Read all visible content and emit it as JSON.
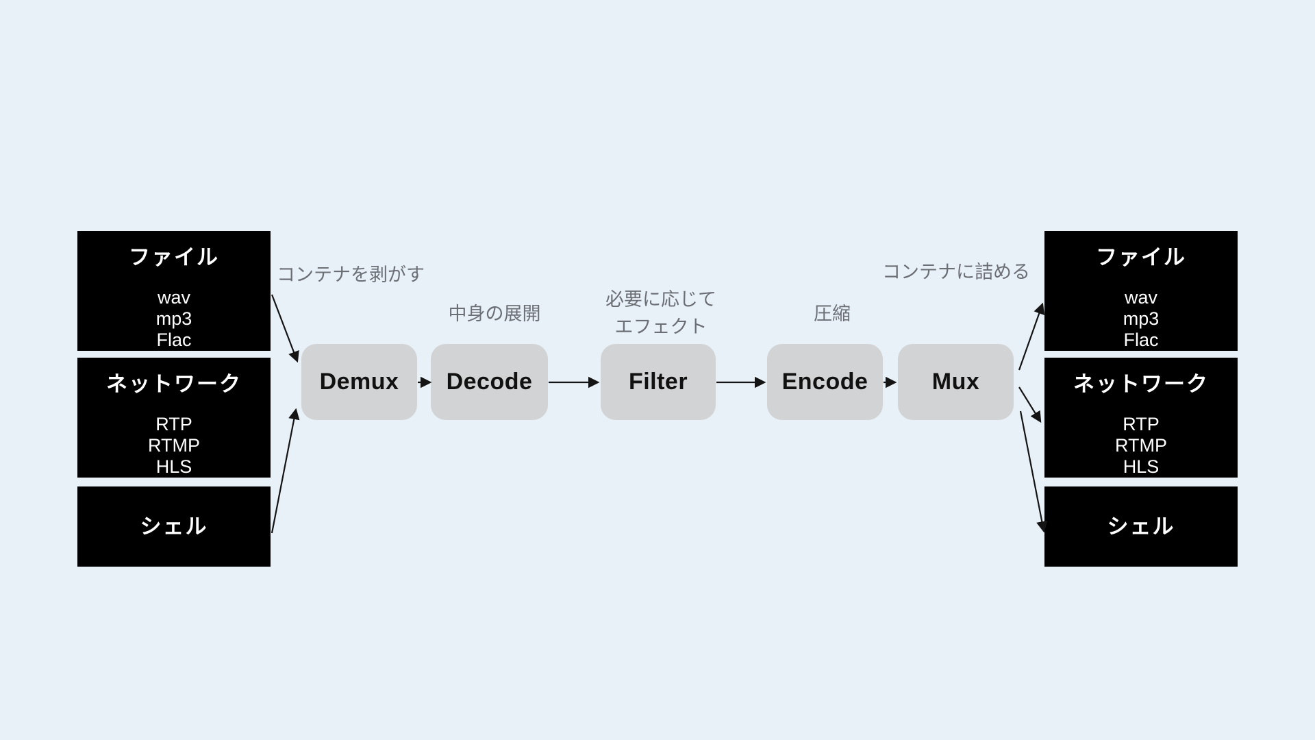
{
  "diagram": {
    "background_color": "#e9f1f8",
    "source_box_color": "#000000",
    "source_text_color": "#ffffff",
    "node_fill_color": "#d2d3d5",
    "node_text_color": "#111111",
    "annotation_color": "#6b6f75",
    "arrow_color": "#141414"
  },
  "sources_left": [
    {
      "title": "ファイル",
      "items": [
        "wav",
        "mp3",
        "Flac"
      ]
    },
    {
      "title": "ネットワーク",
      "items": [
        "RTP",
        "RTMP",
        "HLS"
      ]
    },
    {
      "title": "シェル",
      "items": []
    }
  ],
  "sources_right": [
    {
      "title": "ファイル",
      "items": [
        "wav",
        "mp3",
        "Flac"
      ]
    },
    {
      "title": "ネットワーク",
      "items": [
        "RTP",
        "RTMP",
        "HLS"
      ]
    },
    {
      "title": "シェル",
      "items": []
    }
  ],
  "pipeline": [
    {
      "label": "Demux"
    },
    {
      "label": "Decode"
    },
    {
      "label": "Filter"
    },
    {
      "label": "Encode"
    },
    {
      "label": "Mux"
    }
  ],
  "annotations": {
    "demux": "コンテナを剥がす",
    "decode": "中身の展開",
    "filter_line1": "必要に応じて",
    "filter_line2": "エフェクト",
    "encode": "圧縮",
    "mux": "コンテナに詰める"
  }
}
